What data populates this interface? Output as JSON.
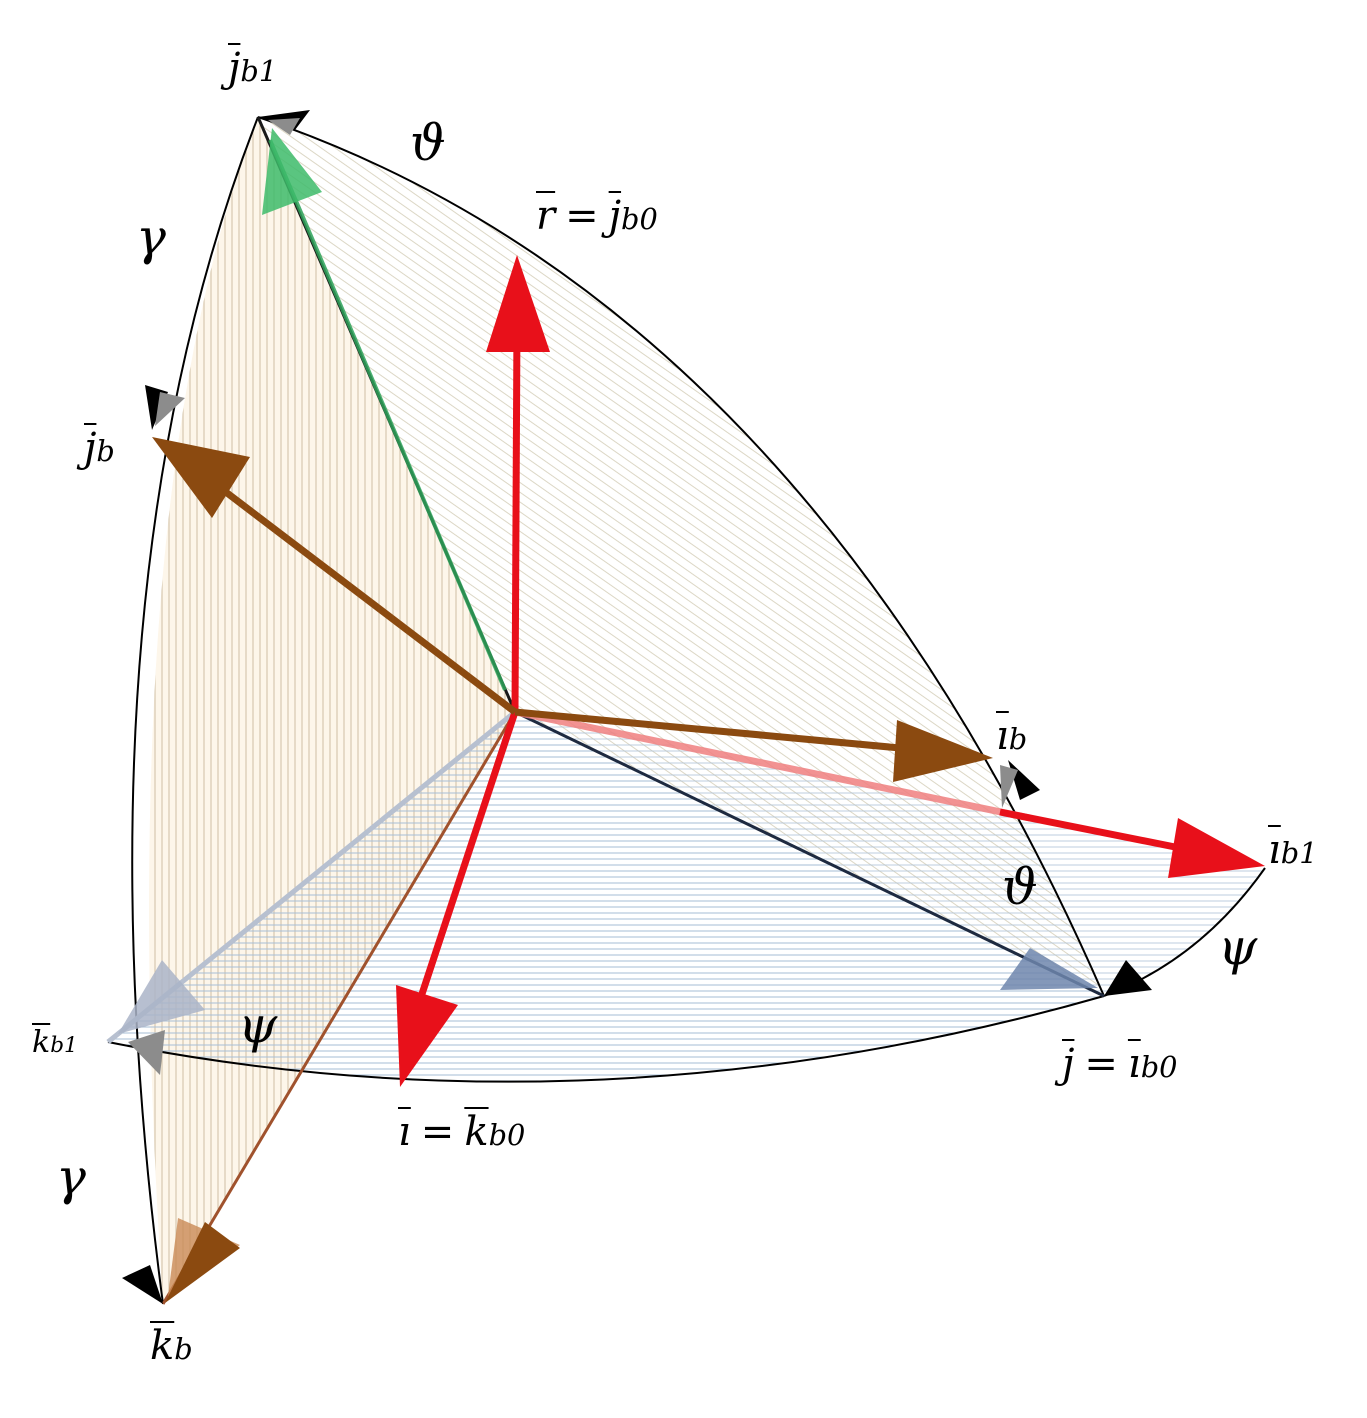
{
  "angles": {
    "theta": "ϑ",
    "gamma": "γ",
    "psi": "ψ"
  },
  "vectors": {
    "j_b1": {
      "main": "j",
      "sub": "b1"
    },
    "r_eq_j_b0": {
      "left": "r",
      "eq": "=",
      "main": "j",
      "sub": "b0"
    },
    "j_b": {
      "main": "j",
      "sub": "b"
    },
    "i_b": {
      "main": "ı",
      "sub": "b"
    },
    "i_b1": {
      "main": "ı",
      "sub": "b1"
    },
    "j_eq_i_b0": {
      "left": "j",
      "eq": "=",
      "main": "ı",
      "sub": "b0"
    },
    "k_b1": {
      "main": "k",
      "sub": "b1"
    },
    "i_eq_k_b0": {
      "left": "ı",
      "eq": "=",
      "main": "k",
      "sub": "b0"
    },
    "k_b": {
      "main": "k",
      "sub": "b"
    }
  },
  "colors": {
    "red": "#e8101a",
    "brown": "#8b4a10",
    "green": "#2ea35a",
    "steel_blue": "#6f86ad",
    "light_blue_hatch": "#b9c8d8",
    "cream_hatch": "#e9dcc0",
    "gray_arrow": "#8c8c8c"
  }
}
